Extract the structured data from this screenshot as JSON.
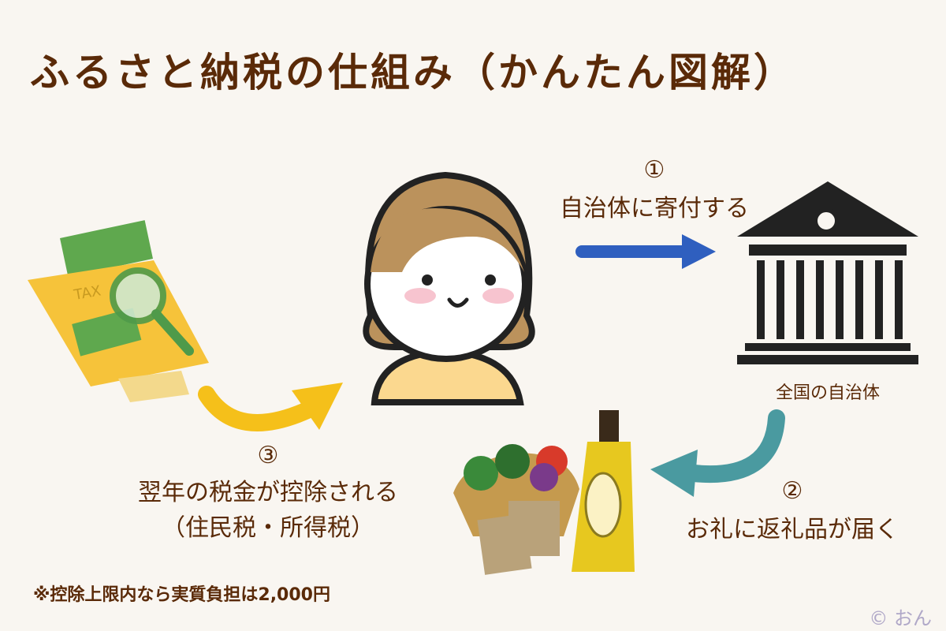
{
  "title": "ふるさと納税の仕組み（かんたん図解）",
  "steps": [
    {
      "number": "①",
      "label": "自治体に寄付する"
    },
    {
      "number": "②",
      "label": "お礼に返礼品が届く"
    },
    {
      "number": "③",
      "label": "翌年の税金が控除される",
      "sublabel": "（住民税・所得税）"
    }
  ],
  "municipality_label": "全国の自治体",
  "note": "※控除上限内なら実質負担は2,000円",
  "credit": "© おん",
  "colors": {
    "arrow1": "#2f5fbf",
    "arrow2": "#4a9aa0",
    "arrow3": "#f5c01a",
    "text": "#5a2a08",
    "background": "#f9f6f1"
  }
}
